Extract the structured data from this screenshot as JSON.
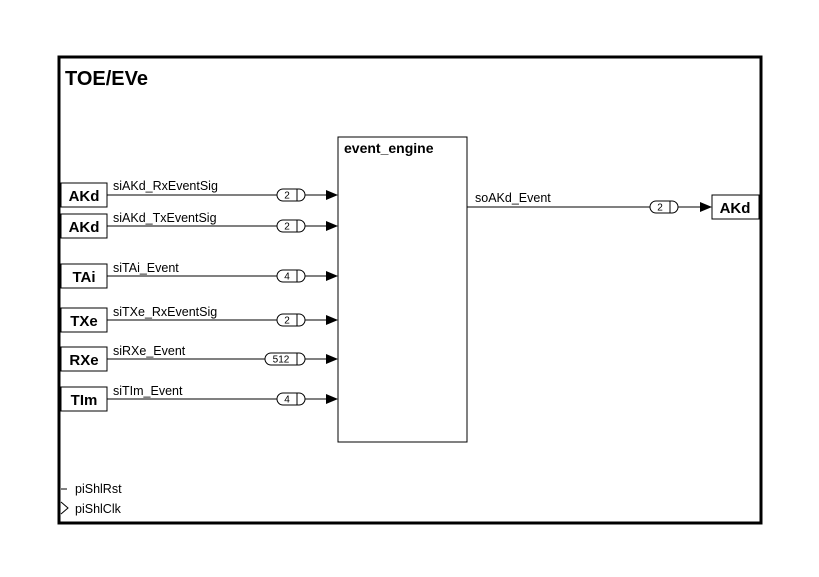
{
  "diagram": {
    "title": "TOE/EVe",
    "block": {
      "title": "event_engine"
    },
    "inputs": [
      {
        "port": "AKd",
        "signal": "siAKd_RxEventSig",
        "width": "2"
      },
      {
        "port": "AKd",
        "signal": "siAKd_TxEventSig",
        "width": "2"
      },
      {
        "port": "TAi",
        "signal": "siTAi_Event",
        "width": "4"
      },
      {
        "port": "TXe",
        "signal": "siTXe_RxEventSig",
        "width": "2"
      },
      {
        "port": "RXe",
        "signal": "siRXe_Event",
        "width": "512"
      },
      {
        "port": "TIm",
        "signal": "siTIm_Event",
        "width": "4"
      }
    ],
    "output": {
      "port": "AKd",
      "signal": "soAKd_Event",
      "width": "2"
    },
    "control_pins": [
      {
        "name": "piShlRst",
        "icon": "dash-icon"
      },
      {
        "name": "piShlClk",
        "icon": "clock-triangle-icon"
      }
    ],
    "colors": {
      "line": "#000000",
      "background": "#ffffff"
    }
  }
}
